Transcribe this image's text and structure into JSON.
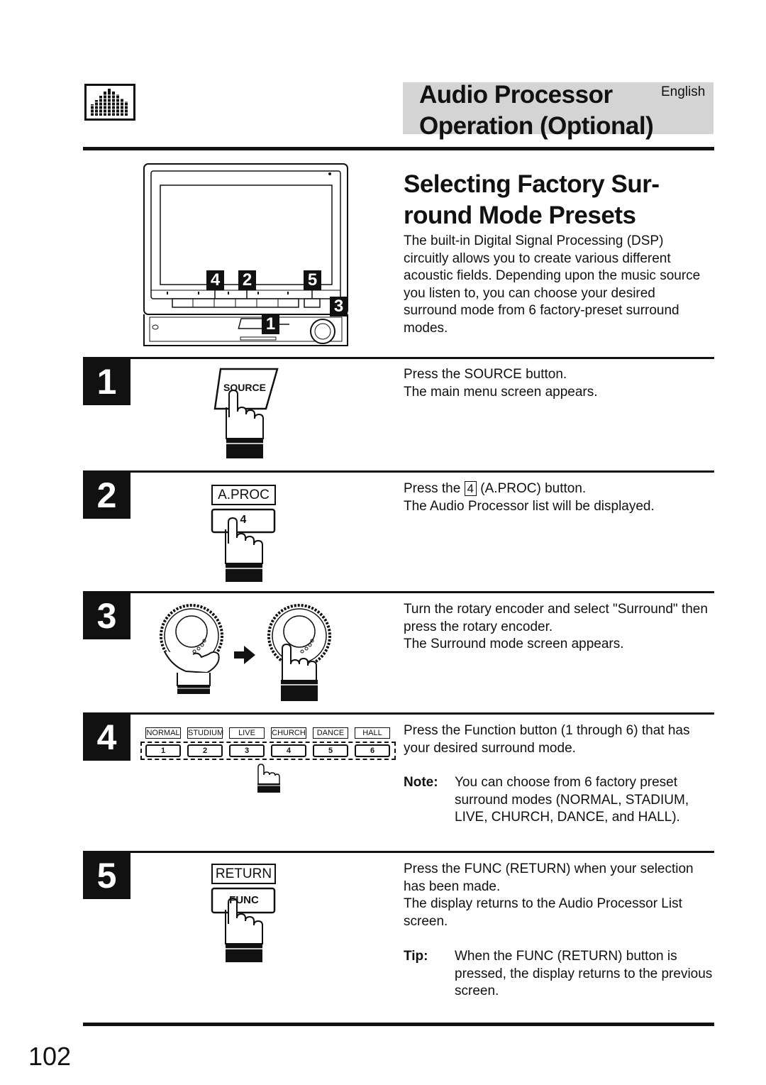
{
  "header": {
    "title_line1": "Audio Processor",
    "title_line2": "Operation (Optional)",
    "language": "English"
  },
  "section": {
    "title_line1": "Selecting Factory Sur-",
    "title_line2": "round Mode Presets",
    "intro": "The built-in Digital Signal Processing (DSP) circuitly allows you to create various different acoustic fields. Depending upon the music source you listen to, you can choose your desired surround mode from 6 factory-preset surround modes."
  },
  "unit_callouts": [
    "4",
    "2",
    "5",
    "3",
    "1"
  ],
  "steps": [
    {
      "number": "1",
      "button_label": "SOURCE",
      "lines": [
        "Press the SOURCE button.",
        "The main menu screen appears."
      ]
    },
    {
      "number": "2",
      "label_box": "A.PROC",
      "button_label": "4",
      "line1_pre": "Press the",
      "line1_key": "4",
      "line1_post": "(A.PROC) button.",
      "line2": "The Audio Processor list will be displayed."
    },
    {
      "number": "3",
      "lines": [
        "Turn the rotary encoder and select \"Surround\" then press the rotary encoder.",
        "The Surround mode screen appears."
      ]
    },
    {
      "number": "4",
      "mode_labels": [
        "NORMAL",
        "STUDIUM",
        "LIVE",
        "CHURCH",
        "DANCE",
        "HALL"
      ],
      "button_numbers": [
        "1",
        "2",
        "3",
        "4",
        "5",
        "6"
      ],
      "lines": [
        "Press the Function button (1 through 6) that has your desired surround mode."
      ],
      "note_label": "Note:",
      "note_text": "You can choose from 6 factory preset surround modes (NORMAL, STADIUM, LIVE, CHURCH, DANCE, and HALL)."
    },
    {
      "number": "5",
      "label_box": "RETURN",
      "button_label": "FUNC",
      "lines": [
        "Press the FUNC (RETURN) when your selection has been made.",
        "The display returns to the Audio Processor List screen."
      ],
      "tip_label": "Tip:",
      "tip_text": "When the FUNC (RETURN) button is pressed, the display returns to the previous screen."
    }
  ],
  "page_number": "102"
}
